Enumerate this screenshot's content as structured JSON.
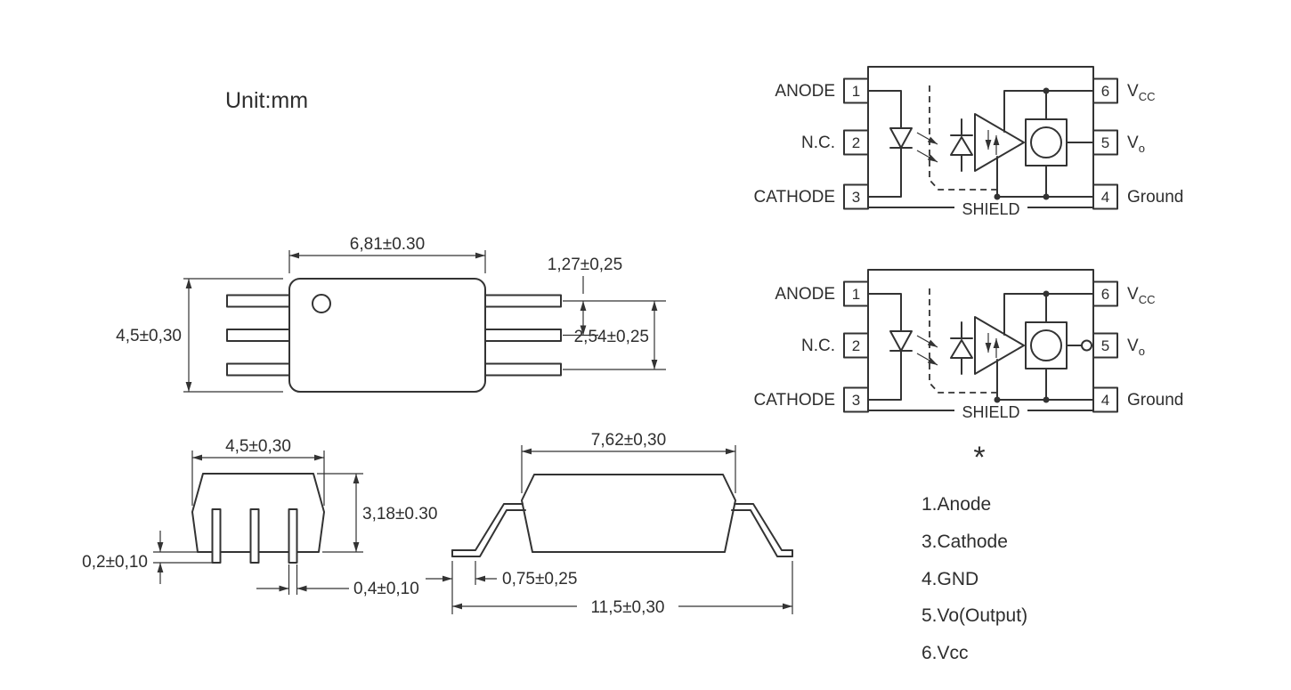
{
  "unit_label": "Unit:mm",
  "schematic": {
    "pins_left": [
      {
        "num": "1",
        "label": "ANODE"
      },
      {
        "num": "2",
        "label": "N.C."
      },
      {
        "num": "3",
        "label": "CATHODE"
      }
    ],
    "pins_right": [
      {
        "num": "6",
        "label_base": "V",
        "label_sub": "CC"
      },
      {
        "num": "5",
        "label_base": "V",
        "label_sub": "o"
      },
      {
        "num": "4",
        "label": "Ground"
      }
    ],
    "shield_label": "SHIELD",
    "footnote_marker": "*"
  },
  "pin_list": {
    "items": [
      "1.Anode",
      "3.Cathode",
      "4.GND",
      "5.Vo(Output)",
      "6.Vcc"
    ]
  },
  "dimensions": {
    "top_view": {
      "body_width": "6,81±0.30",
      "body_height": "4,5±0,30",
      "lead_pitch": "1,27±0,25",
      "lead_span": "2,54±0,25"
    },
    "end_view": {
      "body_width": "4,5±0,30",
      "body_height": "3,18±0.30",
      "standoff": "0,2±0,10",
      "lead_width": "0,4±0,10"
    },
    "side_view": {
      "body_length": "7,62±0,30",
      "foot_length": "0,75±0,25",
      "overall_length": "11,5±0,30"
    }
  },
  "colors": {
    "ink": "#333333",
    "background": "#ffffff"
  }
}
